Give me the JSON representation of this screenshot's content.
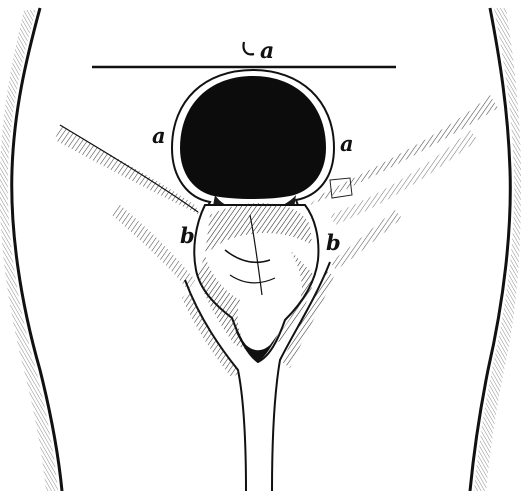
{
  "illustration": {
    "labels": {
      "top_label": "a",
      "left_upper": "a",
      "right_upper": "a",
      "left_lower": "b",
      "right_lower": "b"
    },
    "colors": {
      "ink": "#111111",
      "mass": "#0c0c0c",
      "paper": "#ffffff"
    }
  }
}
